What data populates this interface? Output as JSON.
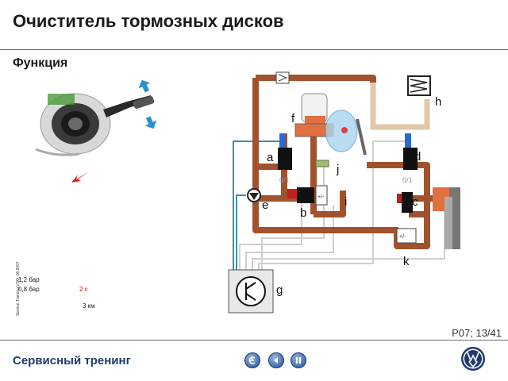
{
  "header": {
    "title": "Очиститель тормозных дисков",
    "subtitle": "Функция"
  },
  "side_note": "Service Training VSQ, 06.2007",
  "readouts": {
    "pressure_1": "1,2 бар",
    "pressure_2": "0,8 бар",
    "time": "2 с",
    "distance": "3 км"
  },
  "diagram": {
    "labels": {
      "a": "a",
      "b": "b",
      "c": "c",
      "d": "d",
      "e": "e",
      "f": "f",
      "g": "g",
      "h": "h",
      "i": "i",
      "j": "j",
      "k": "k"
    },
    "valve_state_a": "0/1",
    "valve_state_d": "0/1",
    "plusminus": "+/-"
  },
  "page": {
    "number": "P07; 13/41"
  },
  "footer": {
    "text": "Сервисный тренинг"
  },
  "colors": {
    "pipe": "#a0522d",
    "wire": "#3a8fb0",
    "signal": "#c8c8c8",
    "footer_text": "#1f3a6e",
    "arrow_blue": "#2a8fd0",
    "arrow_red": "#e02020"
  },
  "icons": [
    "blue-arrow-up-icon",
    "blue-arrow-down-icon",
    "red-arrow-icon",
    "back-icon",
    "prev-icon",
    "pause-icon",
    "vw-logo-icon"
  ]
}
